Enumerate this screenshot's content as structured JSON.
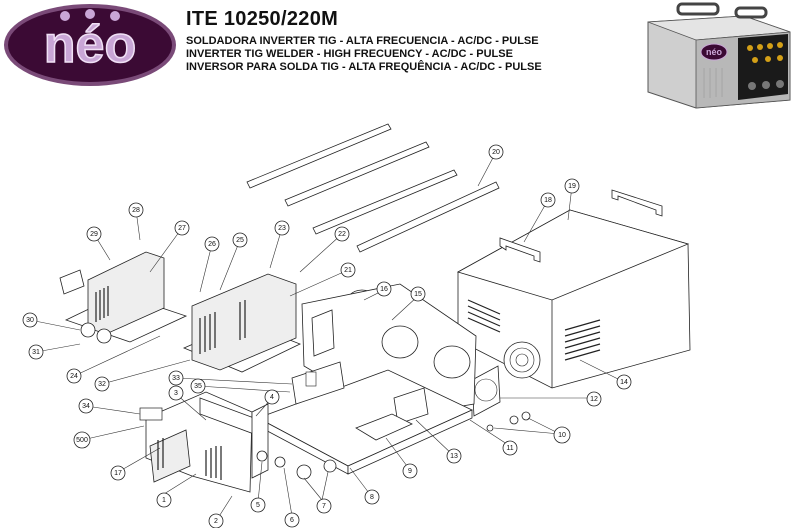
{
  "brand": {
    "logo_text": "néo",
    "colors": {
      "logo_bg": "#3b0a34",
      "logo_letters": "#c9a6d6",
      "logo_rim": "#7a4a78"
    }
  },
  "header": {
    "model": "ITE 10250/220M",
    "lines": [
      "SOLDADORA INVERTER TIG - ALTA FRECUENCIA - AC/DC - PULSE",
      "INVERTER TIG WELDER - HIGH FRECUENCY - AC/DC - PULSE",
      "INVERSOR PARA SOLDA TIG - ALTA FREQUÊNCIA - AC/DC - PULSE"
    ]
  },
  "product_image": {
    "badge_text": "néo",
    "colors": {
      "body": "#b8b8b8",
      "panel": "#1a1a1a",
      "knobs": "#d4a017"
    }
  },
  "callouts": [
    "1",
    "2",
    "3",
    "4",
    "5",
    "6",
    "7",
    "8",
    "9",
    "10",
    "11",
    "12",
    "13",
    "14",
    "15",
    "16",
    "17",
    "18",
    "19",
    "20",
    "21",
    "22",
    "23",
    "24",
    "25",
    "26",
    "27",
    "28",
    "29",
    "30",
    "31",
    "32",
    "33",
    "34",
    "35",
    "500"
  ]
}
